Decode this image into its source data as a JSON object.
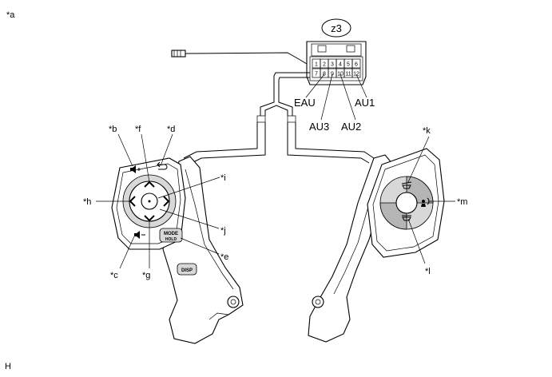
{
  "labels": {
    "corner_a": "*a",
    "connector_id": "z3",
    "b": "*b",
    "f": "*f",
    "d": "*d",
    "h": "*h",
    "i": "*i",
    "j": "*j",
    "c": "*c",
    "g": "*g",
    "e": "*e",
    "k": "*k",
    "m": "*m",
    "l": "*l",
    "footer": "H"
  },
  "terminals": {
    "eau": "EAU",
    "au3": "AU3",
    "au2": "AU2",
    "au1": "AU1"
  },
  "pins": {
    "top": [
      "1",
      "2",
      "3",
      "4",
      "5",
      "6"
    ],
    "bottom": [
      "7",
      "8",
      "9",
      "10",
      "11",
      "12"
    ]
  },
  "buttons": {
    "mode_line1": "MODE",
    "mode_line2": "HOLD",
    "disp": "DISP"
  },
  "icons": [
    "volume-up-icon",
    "back-arrow-icon",
    "volume-down-icon",
    "phone-off-hook-icon",
    "phone-on-hook-icon",
    "voice-talk-icon"
  ]
}
